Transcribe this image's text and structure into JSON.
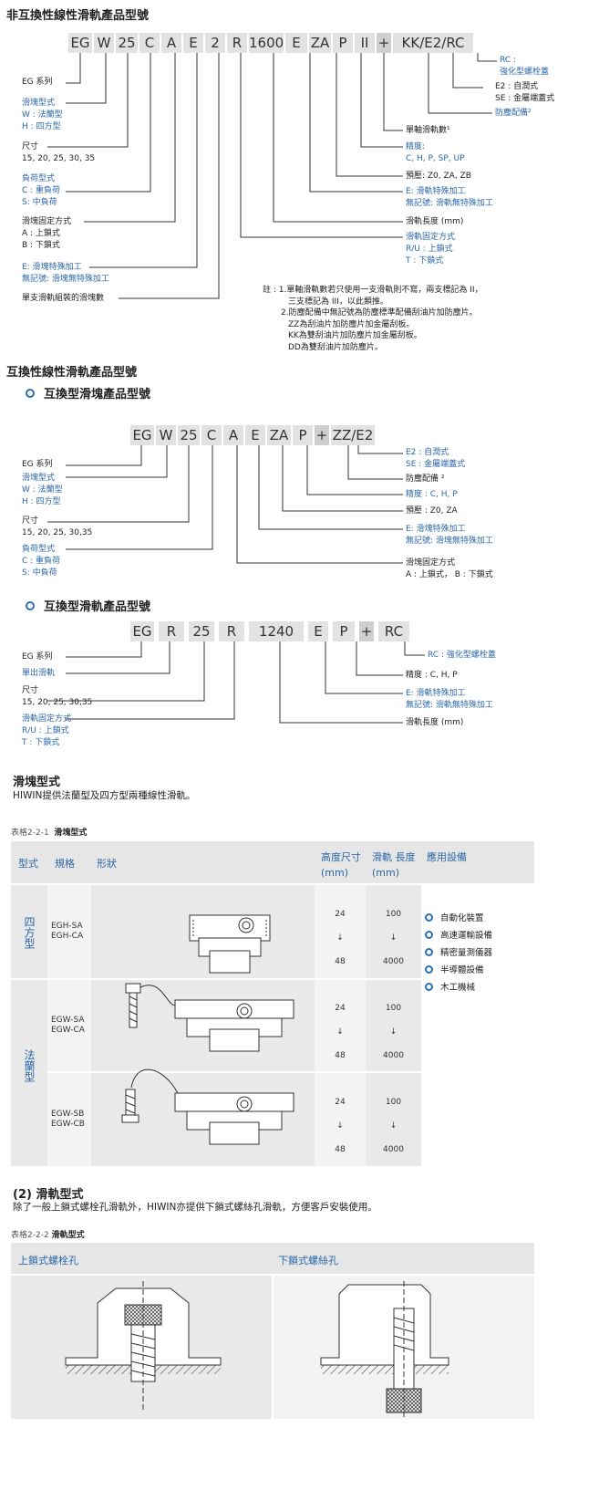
{
  "s1": {
    "title": "非互換性線性滑軌產品型號",
    "codes": [
      "EG",
      "W",
      "25",
      "C",
      "A",
      "E",
      "2",
      "R",
      "1600",
      "E",
      "ZA",
      "P",
      "II",
      "+",
      "KK/E2/RC"
    ],
    "labels_left": [
      {
        "k": "EG 系列"
      },
      {
        "b": "滑塊型式",
        "lines": [
          "W : 法蘭型",
          "H : 四方型"
        ]
      },
      {
        "k": "尺寸",
        "lines": [
          "15, 20, 25, 30, 35"
        ]
      },
      {
        "b": "負荷型式",
        "lines": [
          "C : 重負荷",
          "S: 中負荷"
        ]
      },
      {
        "k": "滑塊固定方式",
        "lines": [
          "A : 上鎖式",
          "B : 下鎖式"
        ]
      },
      {
        "b": "E: 滑塊特殊加工",
        "lines": [
          "無記號: 滑塊無特殊加工"
        ]
      },
      {
        "k": "單支滑軌組裝的滑塊數"
      }
    ],
    "labels_right": {
      "rc": [
        "RC :",
        "強化型螺栓蓋"
      ],
      "e2": [
        "E2 : 自潤式",
        "SE : 金屬端蓋式"
      ],
      "dust": "防塵配備²",
      "count": "單軸滑軌數¹",
      "prec": [
        "精度:",
        "C, H, P, SP, UP"
      ],
      "preload": "預壓: Z0, ZA, ZB",
      "rail_sp": [
        "E: 滑軌特殊加工",
        "無記號: 滑軌無特殊加工"
      ],
      "len": "滑軌長度 (mm)",
      "rail_fix": [
        "滑軌固定方式",
        "R/U : 上鎖式",
        "T : 下鎖式"
      ]
    },
    "notes": [
      "註 : 1.單軸滑軌數若只使用一支滑軌則不寫，兩支標記為 II，",
      "三支標記為 III，以此類推。",
      "2.防塵配備中無記號為防塵標準配備刮油片加防塵片。",
      "ZZ為刮油片加防塵片加金屬刮板。",
      "KK為雙刮油片加防塵片加金屬刮板。",
      "DD為雙刮油片加防塵片。"
    ]
  },
  "s2": {
    "title": "互換性線性滑軌產品型號",
    "sub": "互換型滑塊產品型號",
    "codes": [
      "EG",
      "W",
      "25",
      "C",
      "A",
      "E",
      "ZA",
      "P",
      "+",
      "ZZ/E2"
    ],
    "left": [
      {
        "k": "EG 系列"
      },
      {
        "b": "滑塊型式",
        "lines": [
          "W : 法蘭型",
          "H : 四方型"
        ]
      },
      {
        "k": "尺寸",
        "lines": [
          "15, 20, 25, 30,35"
        ]
      },
      {
        "b": "負荷型式",
        "lines": [
          "C : 重負荷",
          "S: 中負荷"
        ]
      }
    ],
    "right": {
      "e2": [
        "E2 : 自潤式",
        "SE : 金屬端蓋式"
      ],
      "dust": "防塵配備 ²",
      "prec": "精度 : C, H, P",
      "preload": "預壓 : Z0, ZA",
      "blk_sp": [
        "E: 滑塊特殊加工",
        "無記號: 滑塊無特殊加工"
      ],
      "fix": [
        "滑塊固定方式",
        "A : 上鎖式，   B : 下鎖式"
      ]
    }
  },
  "s3": {
    "sub": "互換型滑軌產品型號",
    "codes": [
      "EG",
      "R",
      "25",
      "R",
      "1240",
      "E",
      "P",
      "+",
      "RC"
    ],
    "left": [
      {
        "k": "EG 系列"
      },
      {
        "b": "單出滑軌"
      },
      {
        "k": "尺寸",
        "lines": [
          "15, 20, 25, 30,35"
        ]
      },
      {
        "b": "滑軌固定方式",
        "lines": [
          "R/U : 上鎖式",
          "T : 下鎖式"
        ]
      }
    ],
    "right": {
      "rc": "RC : 強化型螺栓蓋",
      "prec": "精度 : C, H, P",
      "sp": [
        "E: 滑軌特殊加工",
        "無記號: 滑軌無特殊加工"
      ],
      "len": "滑軌長度 (mm)"
    }
  },
  "s4": {
    "title": "滑塊型式",
    "desc": "HIWIN提供法蘭型及四方型兩種線性滑軌。",
    "caption_num": "表格2-2-1",
    "caption": "滑塊型式",
    "headers": [
      "型式",
      "規格",
      "形狀",
      "高度尺寸",
      "(mm)",
      "滑軌 長度",
      "(mm)",
      "應用設備"
    ],
    "groups": [
      {
        "type": "四方型",
        "rows": [
          {
            "spec": [
              "EGH-SA",
              "EGH-CA"
            ],
            "h": [
              "24",
              "↓",
              "48"
            ],
            "l": [
              "100",
              "↓",
              "4000"
            ]
          }
        ]
      },
      {
        "type": "法蘭型",
        "rows": [
          {
            "spec": [
              "EGW-SA",
              "EGW-CA"
            ],
            "h": [
              "24",
              "↓",
              "48"
            ],
            "l": [
              "100",
              "↓",
              "4000"
            ]
          },
          {
            "spec": [
              "EGW-SB",
              "EGW-CB"
            ],
            "h": [
              "24",
              "↓",
              "48"
            ],
            "l": [
              "100",
              "↓",
              "4000"
            ]
          }
        ]
      }
    ],
    "apps": [
      "自動化裝置",
      "高速運輸設備",
      "精密量測儀器",
      "半導體設備",
      "木工機械"
    ]
  },
  "s5": {
    "title": "(2) 滑軌型式",
    "desc": "除了一般上鎖式螺栓孔滑軌外，HIWIN亦提供下鎖式螺絲孔滑軌，方便客戶安裝使用。",
    "caption_num": "表格2-2-2",
    "caption": "滑軌型式",
    "col1": "上鎖式螺栓孔",
    "col2": "下鎖式螺絲孔"
  },
  "colors": {
    "accent": "#2a67a8",
    "code_bg": "#e2e2e2",
    "table_bg": "#e6e6e6"
  }
}
